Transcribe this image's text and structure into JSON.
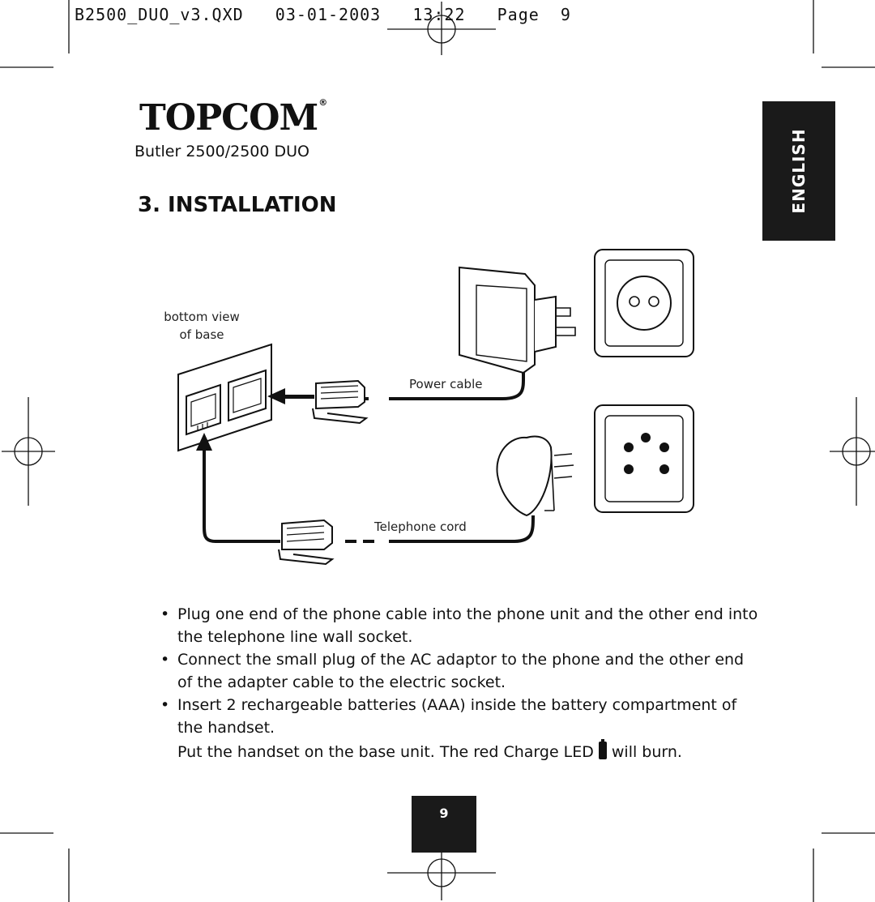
{
  "header": {
    "slug_line": "B2500_DUO_v3.QXD   03-01-2003   13:22   Page  9"
  },
  "brand": {
    "logo_text": "TOPCOM",
    "registered_mark": "®",
    "model": "Butler 2500/2500 DUO"
  },
  "language_tab": "ENGLISH",
  "section": {
    "title": "3. INSTALLATION"
  },
  "diagram": {
    "labels": {
      "bottom_view_line1": "bottom view",
      "bottom_view_line2": "of base",
      "power_cable": "Power cable",
      "telephone_cord": "Telephone cord"
    }
  },
  "instructions": [
    "Plug one end of the phone cable into the phone unit and the other end into the telephone line wall socket.",
    "Connect the small plug of the AC adaptor to the phone and the other end of the adapter cable to the electric socket.",
    "Insert 2 rechargeable batteries (AAA) inside the battery compartment of the handset."
  ],
  "note": {
    "before": "Put the handset on the base unit. The red Charge LED",
    "icon": "battery-icon",
    "after": "will burn."
  },
  "footer": {
    "page_number": "9"
  },
  "bullet_glyph": "•"
}
